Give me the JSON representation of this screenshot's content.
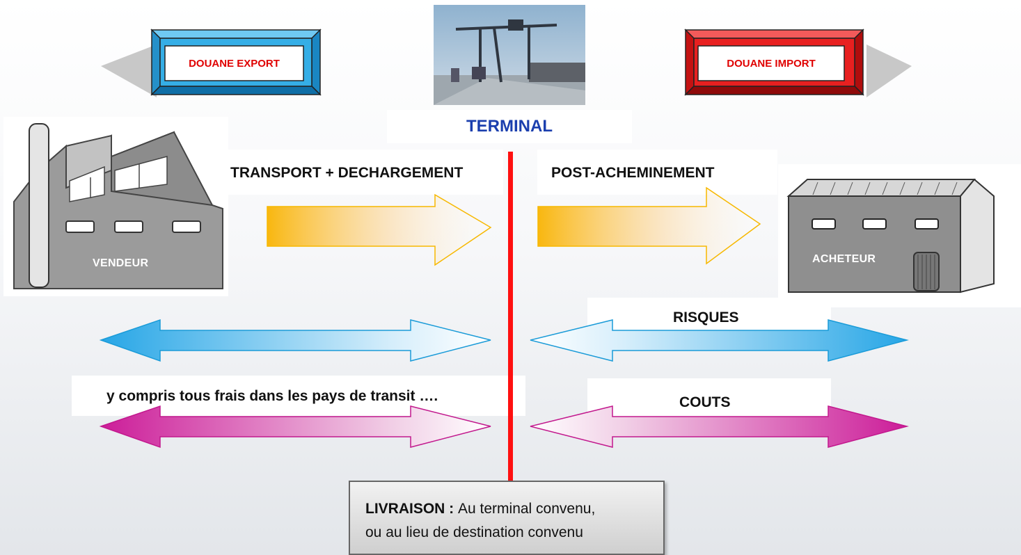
{
  "customs": {
    "export_label": "DOUANE EXPORT",
    "import_label": "DOUANE IMPORT"
  },
  "terminal": {
    "title": "TERMINAL"
  },
  "seller": {
    "label": "VENDEUR"
  },
  "buyer": {
    "label": "ACHETEUR"
  },
  "transport": {
    "main_label": "TRANSPORT + DECHARGEMENT",
    "post_label": "POST-ACHEMINEMENT"
  },
  "risks": {
    "label": "RISQUES"
  },
  "costs": {
    "label": "COUTS",
    "note": "y compris tous frais dans les pays de transit …."
  },
  "delivery": {
    "title": "LIVRAISON",
    "separator": " : ",
    "line1": "Au terminal convenu,",
    "line2": "ou au lieu de destination convenu"
  },
  "colors": {
    "export_blue": "#35aee6",
    "import_red": "#e82020",
    "transport_orange": "#f9b70f",
    "risk_blue": "#27a6e6",
    "cost_magenta": "#cc1d99",
    "delivery_line": "#ff1010",
    "terminal_title": "#1b3fae"
  }
}
